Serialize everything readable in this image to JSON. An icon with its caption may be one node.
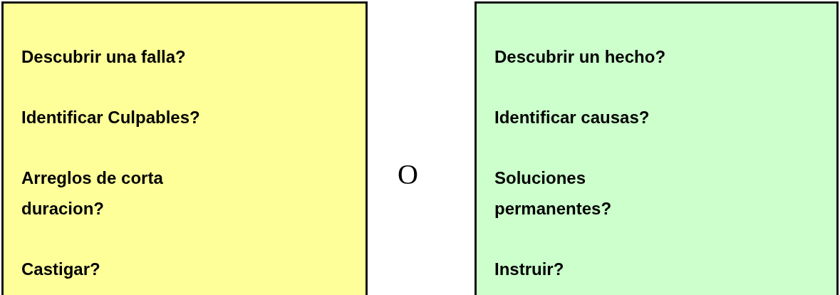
{
  "diagram": {
    "nodes": [
      {
        "text": [
          "Descubrir una falla?",
          "Identificar Culpables?",
          "Arreglos de corta duracion?",
          "Castigar?"
        ]
      },
      {
        "text": [
          "Descubrir un hecho?",
          "Identificar causas?",
          "Soluciones permanentes?",
          "Instruir?"
        ]
      }
    ],
    "labels": [
      "O"
    ]
  }
}
